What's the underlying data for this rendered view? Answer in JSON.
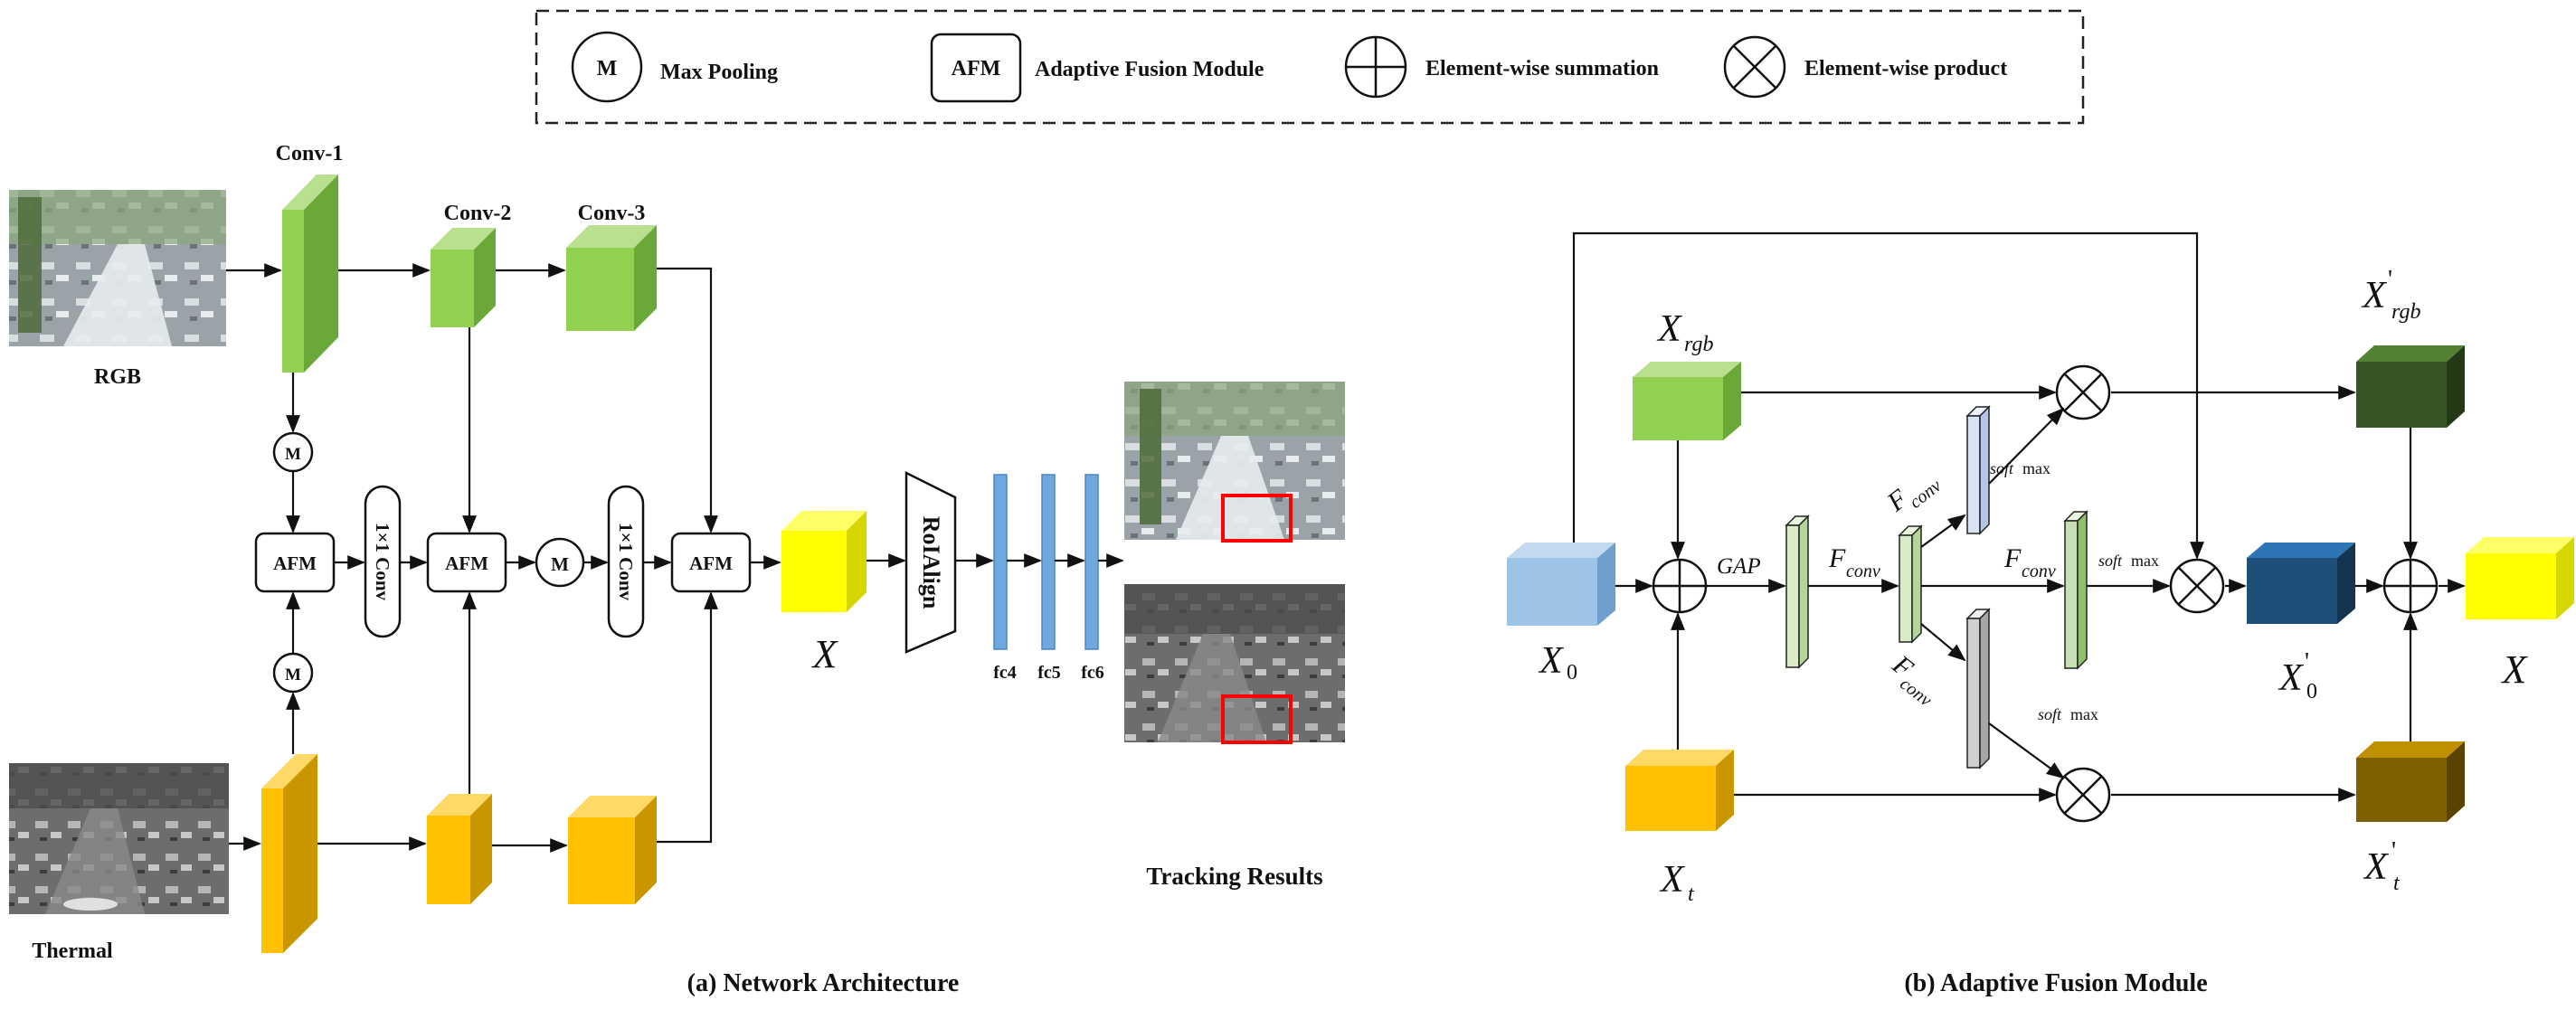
{
  "colors": {
    "rgb_green": "#92d050",
    "rgb_green_top": "#b8e08e",
    "rgb_green_side": "#6aa83a",
    "thermal_orange": "#ffc000",
    "thermal_top": "#ffd966",
    "thermal_side": "#c99600",
    "fused_yellow": "#ffff00",
    "fc_blue": "#6fa8dc",
    "x0_blue": "#9dc3e6",
    "xrgb_prime": "#375623",
    "xt_prime": "#7f6000",
    "x0_prime": "#1f4e79",
    "bbox_red": "#ff0000"
  },
  "legend": {
    "max_pool_symbol": "M",
    "max_pool_label": "Max Pooling",
    "afm_symbol": "AFM",
    "afm_label": "Adaptive Fusion Module",
    "sum_label": "Element-wise summation",
    "product_label": "Element-wise product"
  },
  "network": {
    "conv1_label": "Conv-1",
    "conv2_label": "Conv-2",
    "conv3_label": "Conv-3",
    "rgb_label": "RGB",
    "thermal_label": "Thermal",
    "afm_node": "AFM",
    "maxpool_node": "M",
    "conv1x1_label": "1×1 Conv",
    "fused_label": "X",
    "roialign_label": "RoIAlign",
    "fc_labels": [
      "fc4",
      "fc5",
      "fc6"
    ],
    "tracking_label": "Tracking Results",
    "caption": "(a) Network Architecture"
  },
  "afm": {
    "x_rgb": "X",
    "x_rgb_sub": "rgb",
    "x_t": "X",
    "x_t_sub": "t",
    "x_0": "X",
    "x_0_sub": "0",
    "gap_label": "GAP",
    "fconv": "F",
    "fconv_sub": "conv",
    "softmax_soft": "soft",
    "softmax_max": "max",
    "x_rgb_prime": "X",
    "x_rgb_prime_sub": "rgb",
    "x_t_prime": "X",
    "x_t_prime_sub": "t",
    "x_0_prime": "X",
    "x_0_prime_sub": "0",
    "prime": "'",
    "output": "X",
    "caption": "(b) Adaptive Fusion Module"
  }
}
